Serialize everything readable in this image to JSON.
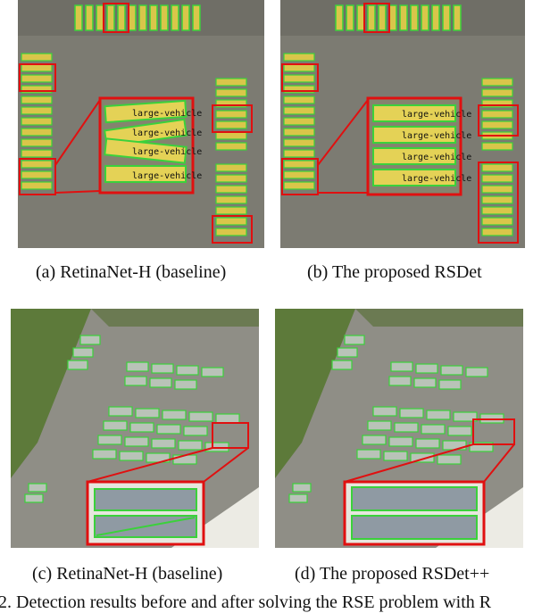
{
  "panels": [
    {
      "caption": "(a)  RetinaNet-H (baseline)",
      "box_label": "large-vehicle"
    },
    {
      "caption": "(b)  The proposed RSDet",
      "box_label": "large-vehicle"
    },
    {
      "caption": "(c)  RetinaNet-H (baseline)"
    },
    {
      "caption": "(d)  The proposed RSDet++"
    }
  ],
  "figure_caption": "2.  Detection results before and after solving the RSE problem with R",
  "colors": {
    "detection_box": "#3bd13b",
    "highlight_box": "#e01010",
    "asphalt": "#8a8a80",
    "grass": "#5d7a3a"
  }
}
